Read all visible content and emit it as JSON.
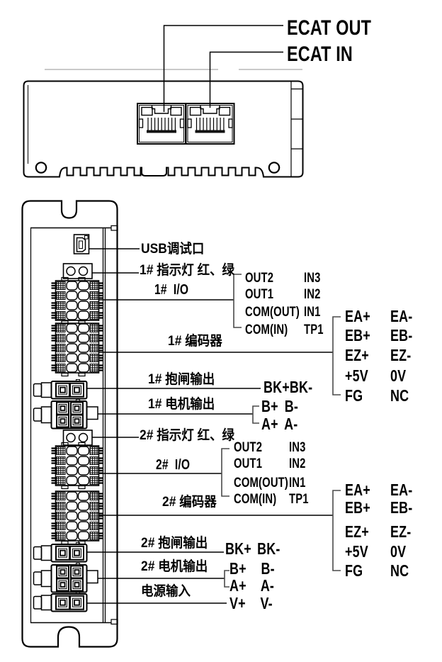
{
  "top_view": {
    "ecat_out": "ECAT OUT",
    "ecat_in": "ECAT IN"
  },
  "front_view": {
    "usb": "USB调试口",
    "io_pins": {
      "left": [
        "OUT2",
        "OUT1",
        "COM(OUT)",
        "COM(IN)"
      ],
      "right": [
        "IN3",
        "IN2",
        "IN1",
        "TP1"
      ]
    },
    "encoder_pins": {
      "left": [
        "EA+",
        "EB+",
        "EZ+",
        "+5V",
        "FG"
      ],
      "right": [
        "EA-",
        "EB-",
        "EZ-",
        "0V",
        "NC"
      ]
    },
    "axis1": {
      "led": "1# 指示灯 红、绿",
      "io": "1# I/O",
      "encoder": "1# 编码器",
      "brake": "1# 抱闸输出",
      "motor": "1# 电机输出",
      "brake_pins": "BK+BK-",
      "motor_pins_b": "B+ B-",
      "motor_pins_a": "A+ A-"
    },
    "axis2": {
      "led": "2# 指示灯 红、绿",
      "io": "2# I/O",
      "encoder": "2# 编码器",
      "brake": "2# 抱闸输出",
      "motor": "2# 电机输出",
      "brake_pins": "BK+ BK-",
      "motor_pins_b": "B+ B-",
      "motor_pins_a": "A+ A-"
    },
    "power": {
      "label": "电源输入",
      "pins": "V+ V-"
    }
  },
  "colors": {
    "line": "#000000",
    "faint": "#c9c9c9",
    "background": "#ffffff"
  }
}
